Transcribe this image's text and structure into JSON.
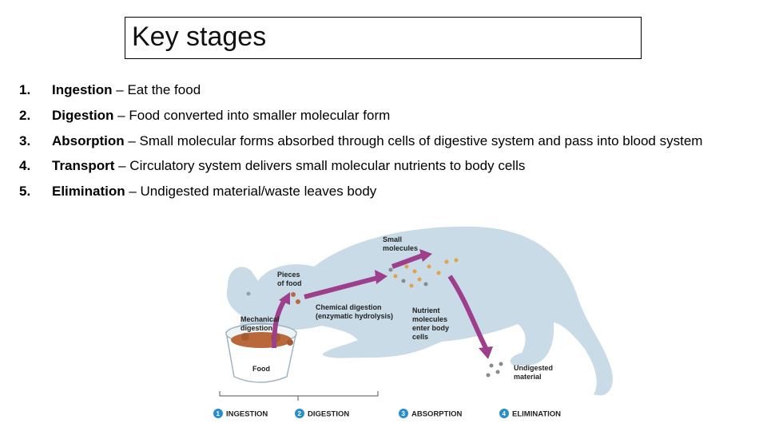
{
  "title": "Key stages",
  "stages": [
    {
      "num": "1.",
      "term": "Ingestion",
      "desc": " – Eat the food"
    },
    {
      "num": "2.",
      "term": "Digestion",
      "desc": " – Food converted into smaller molecular form"
    },
    {
      "num": "3.",
      "term": "Absorption",
      "desc": " – Small molecular forms absorbed through cells of digestive system and pass into blood system"
    },
    {
      "num": "4.",
      "term": "Transport",
      "desc": " – Circulatory system delivers small molecular nutrients to body cells"
    },
    {
      "num": "5.",
      "term": "Elimination",
      "desc": " – Undigested material/waste leaves body"
    }
  ],
  "figure": {
    "labels": {
      "small_molecules_1": "Small",
      "small_molecules_2": "molecules",
      "pieces_1": "Pieces",
      "pieces_2": "of food",
      "mechanical_1": "Mechanical",
      "mechanical_2": "digestion",
      "chemical_1": "Chemical digestion",
      "chemical_2": "(enzymatic hydrolysis)",
      "nutrient_1": "Nutrient",
      "nutrient_2": "molecules",
      "nutrient_3": "enter body",
      "nutrient_4": "cells",
      "undigested_1": "Undigested",
      "undigested_2": "material",
      "food": "Food"
    },
    "stage_bar": [
      {
        "num": "1",
        "label": "INGESTION"
      },
      {
        "num": "2",
        "label": "DIGESTION"
      },
      {
        "num": "3",
        "label": "ABSORPTION"
      },
      {
        "num": "4",
        "label": "ELIMINATION"
      }
    ],
    "colors": {
      "body": "#c9dbe6",
      "arrow": "#9e3f8c",
      "food": "#b8683a",
      "badge": "#2a8ec8"
    }
  }
}
